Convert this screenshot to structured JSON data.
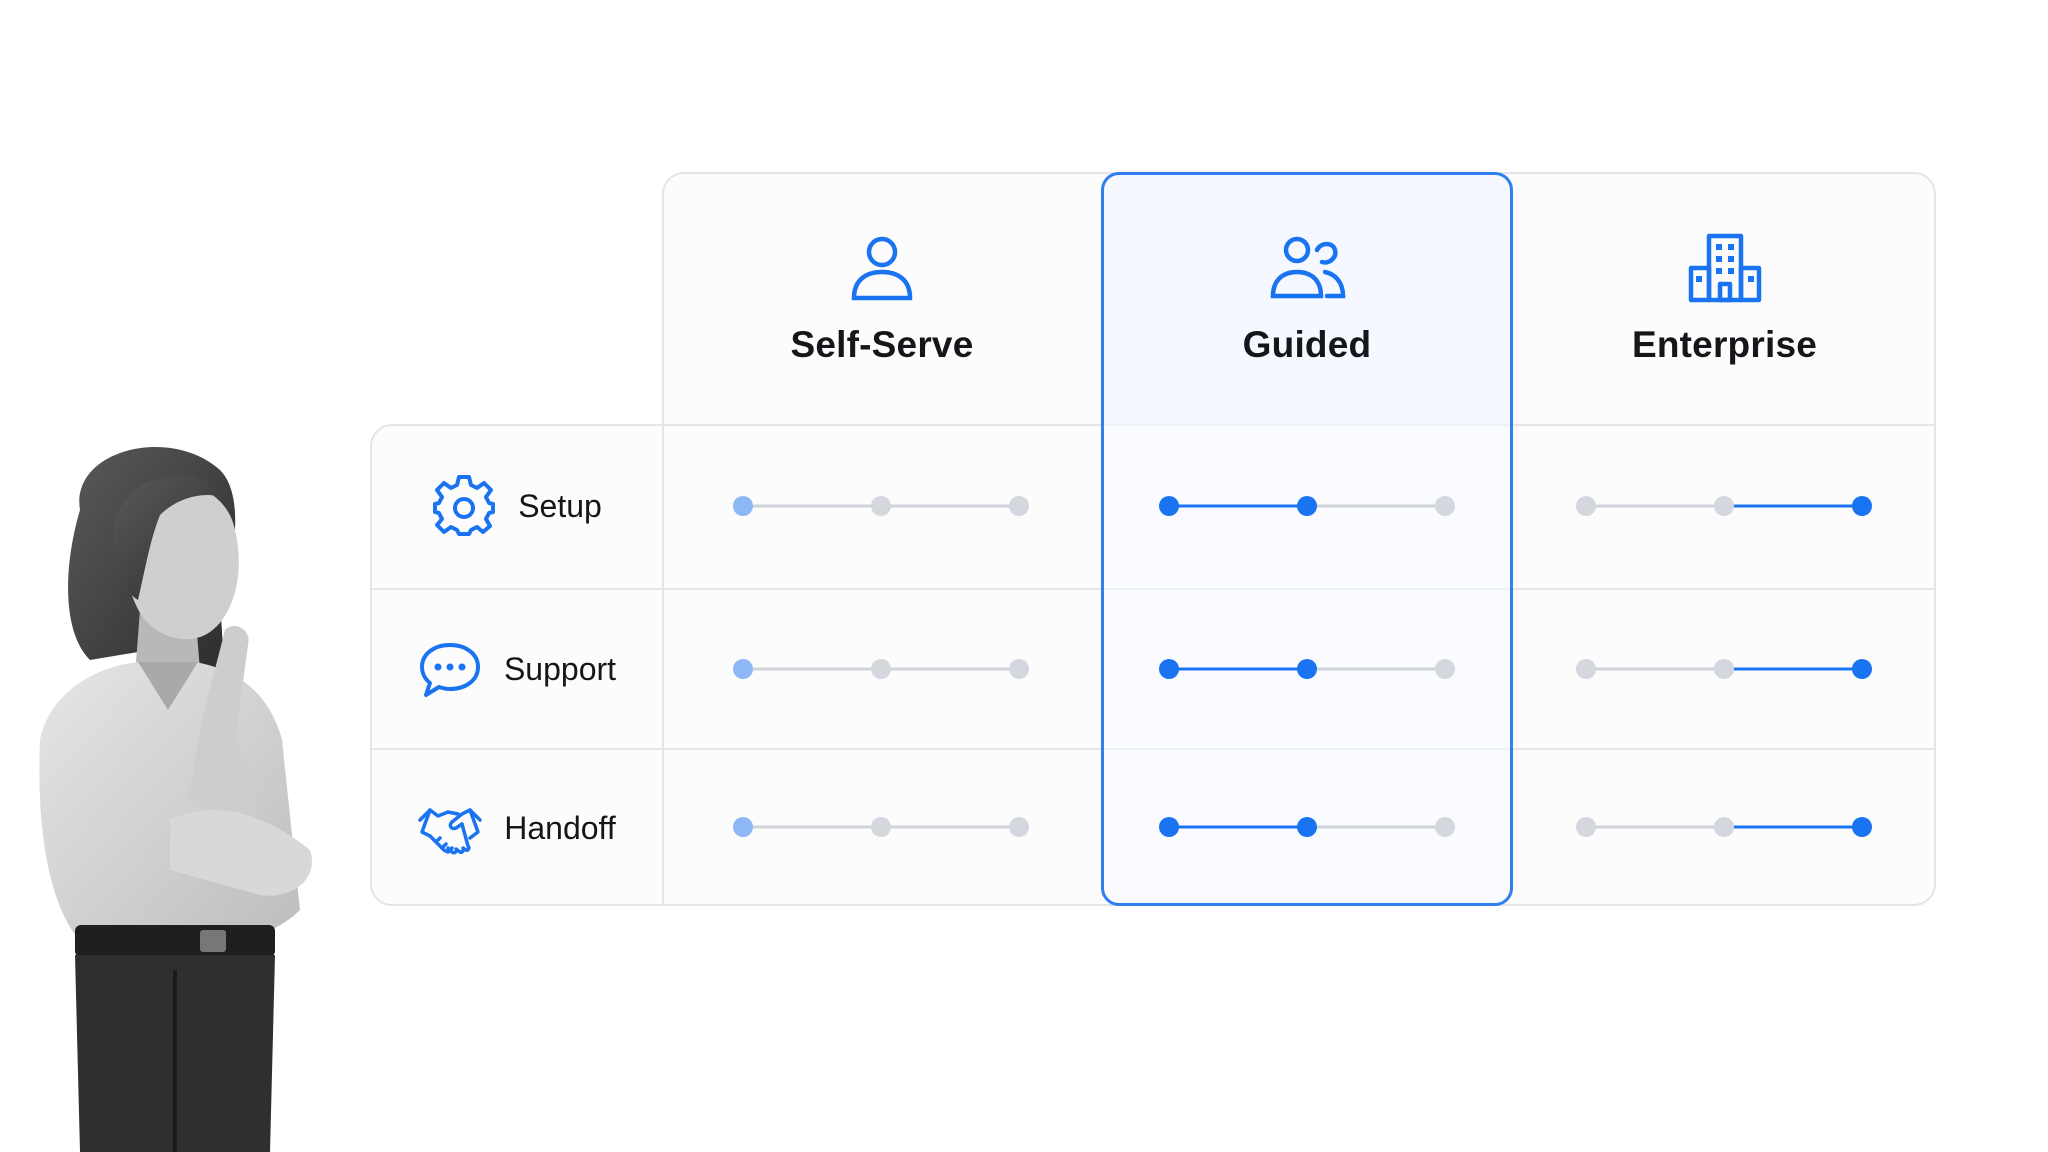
{
  "tiers": [
    {
      "label": "Self-Serve",
      "icon": "user-icon"
    },
    {
      "label": "Guided",
      "icon": "users-icon",
      "highlighted": true
    },
    {
      "label": "Enterprise",
      "icon": "building-icon"
    }
  ],
  "rows": [
    {
      "label": "Setup",
      "icon": "gear-icon"
    },
    {
      "label": "Support",
      "icon": "chat-bubble-icon"
    },
    {
      "label": "Handoff",
      "icon": "handshake-icon"
    }
  ],
  "levels": {
    "Self-Serve": 1,
    "Guided": 2,
    "Enterprise": 3
  },
  "colors": {
    "accent": "#1a73f0",
    "accent_light": "#8db8f5",
    "track": "#cfd3da",
    "dot_inactive": "#d4d7dd",
    "border": "#e3e5ea"
  }
}
